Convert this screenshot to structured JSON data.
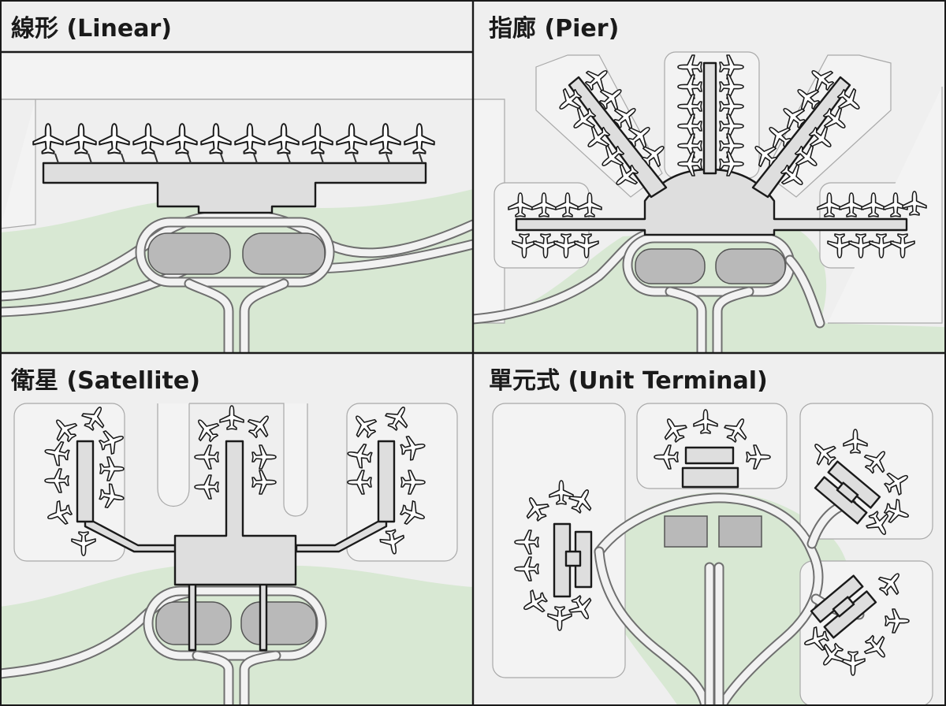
{
  "panels": {
    "linear": {
      "title": "線形 (Linear)"
    },
    "pier": {
      "title": "指廊 (Pier)"
    },
    "satellite": {
      "title": "衛星 (Satellite)"
    },
    "unit": {
      "title": "單元式 (Unit Terminal)"
    }
  },
  "colors": {
    "background": "#efefef",
    "green_area": "#d8e8d3",
    "terminal": "#dedede",
    "parking": "#b9b9b9",
    "outline": "#1a1a1a"
  },
  "icons": [
    "airplane-icon"
  ]
}
